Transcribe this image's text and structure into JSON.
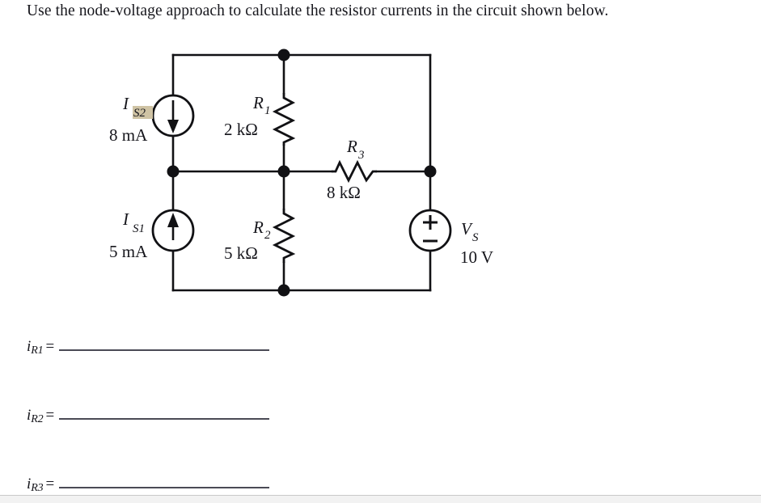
{
  "prompt": {
    "text": "Use the node-voltage approach to calculate the resistor currents in the circuit shown below."
  },
  "circuit": {
    "sources": {
      "current_source_top": {
        "symbol": "I",
        "subscript": "S2",
        "value": "8 mA",
        "direction": "down",
        "icon": "current-source-down-arrow"
      },
      "current_source_bottom": {
        "symbol": "I",
        "subscript": "S1",
        "value": "5 mA",
        "direction": "up",
        "icon": "current-source-up-arrow"
      },
      "voltage_source": {
        "symbol": "V",
        "subscript": "S",
        "value": "10 V",
        "plus": "+",
        "minus": "−",
        "icon": "voltage-source-plus-minus"
      }
    },
    "resistors": {
      "r1": {
        "symbol": "R",
        "subscript": "1",
        "value": "2 kΩ",
        "orientation": "vertical"
      },
      "r2": {
        "symbol": "R",
        "subscript": "2",
        "value": "5 kΩ",
        "orientation": "vertical"
      },
      "r3": {
        "symbol": "R",
        "subscript": "3",
        "value": "8 kΩ",
        "orientation": "horizontal"
      }
    },
    "node_count": 5
  },
  "answers": [
    {
      "symbol": "i",
      "subscript": "R1",
      "equals": "=",
      "value": ""
    },
    {
      "symbol": "i",
      "subscript": "R2",
      "equals": "=",
      "value": ""
    },
    {
      "symbol": "i",
      "subscript": "R3",
      "equals": "=",
      "value": ""
    }
  ],
  "colors": {
    "ink": "#16161c",
    "wire": "#111114",
    "blank_rule": "#4a4a55",
    "highlight": "#cfc3a4",
    "divider": "#c9c9c9"
  }
}
